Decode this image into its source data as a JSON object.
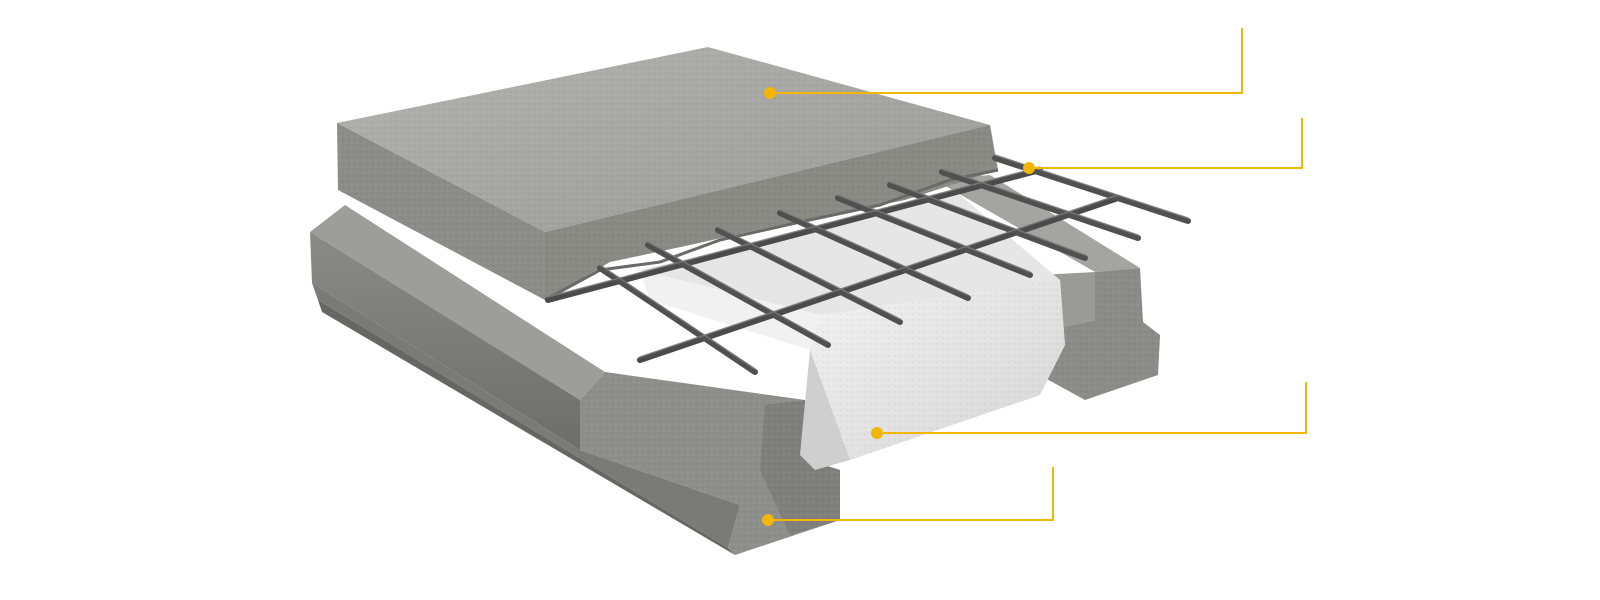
{
  "image": {
    "background": "#ffffff"
  },
  "colors": {
    "accent_yellow": "#F2B705",
    "concrete_light": "#a8a8a4",
    "concrete_mid": "#8f8f8b",
    "concrete_dark": "#6f6f6c",
    "concrete_shadow": "#5c5c5a",
    "block_white": "#ececec",
    "block_shade": "#d6d6d6",
    "rebar": "#4b4b4b",
    "rebar_highlight": "#7a7a7a"
  },
  "callouts": [
    {
      "id": "concrete-topping",
      "label": ""
    },
    {
      "id": "reinforcement-mesh",
      "label": ""
    },
    {
      "id": "infill-block",
      "label": ""
    },
    {
      "id": "precast-beam",
      "label": ""
    }
  ]
}
